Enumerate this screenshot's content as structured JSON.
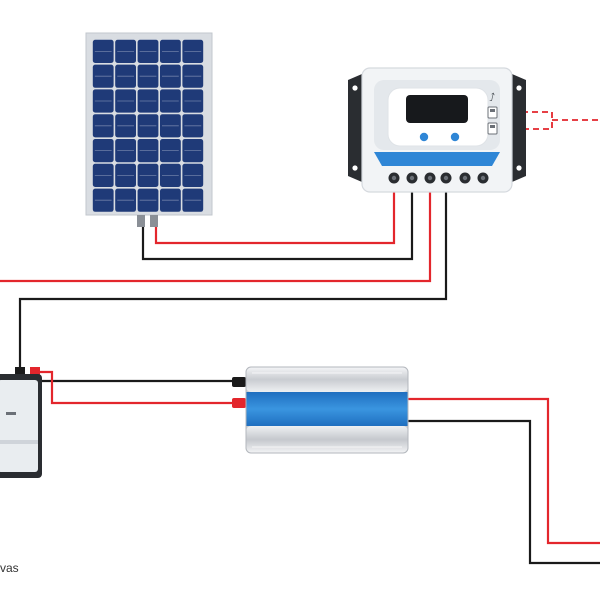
{
  "diagram": {
    "caption": "vas",
    "colors": {
      "positive_wire": "#e3262c",
      "negative_wire": "#1a1a1a",
      "panel_cell": "#1f3a78",
      "panel_frame": "#d9dde2",
      "controller_blue": "#2f86d6",
      "inverter_blue": "#2f86d6",
      "battery_body": "#e9edf0"
    },
    "components": [
      {
        "id": "solar-panel",
        "icon": "solar-panel-icon"
      },
      {
        "id": "charge-controller",
        "icon": "charge-controller-icon",
        "usb_symbol": "⭜"
      },
      {
        "id": "battery",
        "icon": "battery-icon"
      },
      {
        "id": "inverter",
        "icon": "inverter-icon"
      }
    ]
  }
}
